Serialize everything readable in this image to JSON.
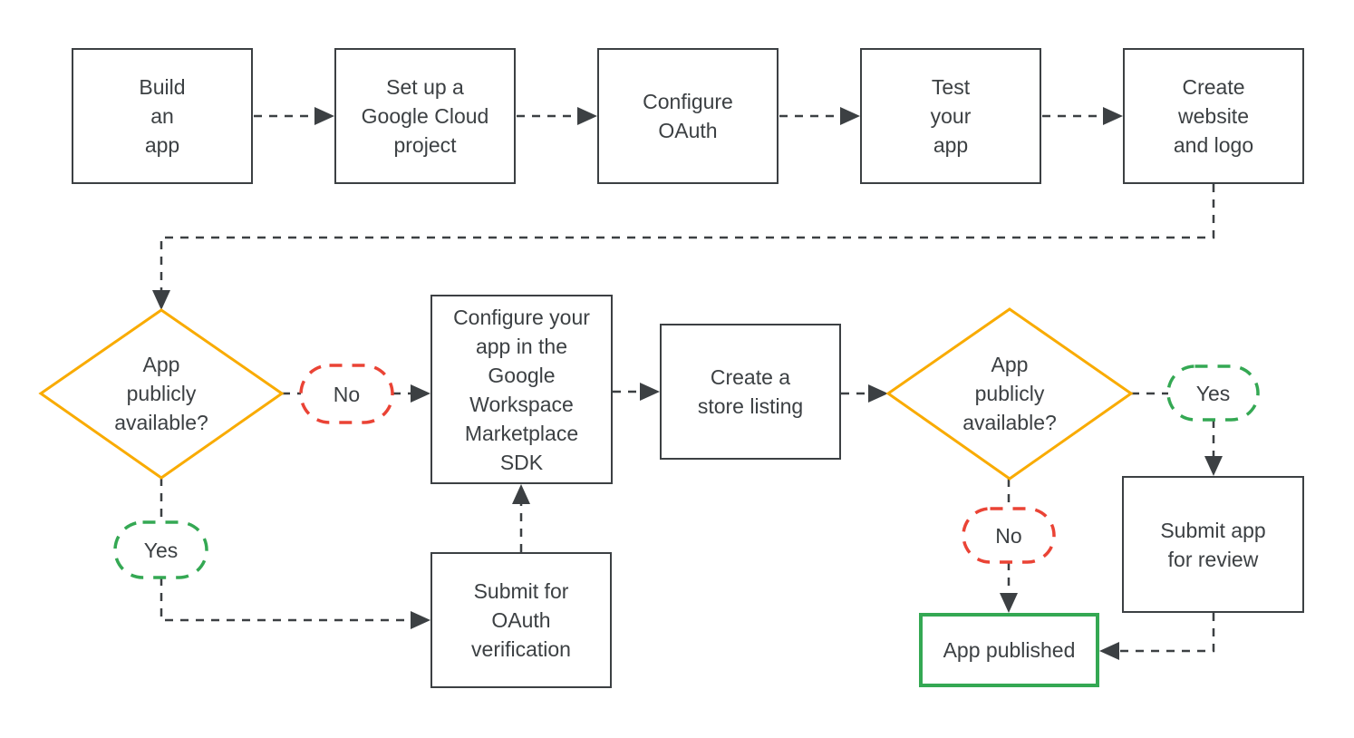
{
  "diagram": {
    "type": "flowchart",
    "topic": "Publish an app to the Google Workspace Marketplace",
    "colors": {
      "outline": "#3c4043",
      "text": "#3c4043",
      "decision_diamond": "#f9ab00",
      "yes_pill": "#34a853",
      "no_pill": "#ea4335",
      "published_box": "#34a853",
      "background": "#ffffff"
    },
    "nodes": {
      "build_app": {
        "label": "Build\nan\napp"
      },
      "cloud_project": {
        "label": "Set up a\nGoogle Cloud\nproject"
      },
      "configure_oauth": {
        "label": "Configure\nOAuth"
      },
      "test_app": {
        "label": "Test\nyour\napp"
      },
      "website_logo": {
        "label": "Create\nwebsite\nand logo"
      },
      "decision_public_1": {
        "label": "App\npublicly\navailable?"
      },
      "configure_sdk": {
        "label": "Configure your\napp in the\nGoogle\nWorkspace\nMarketplace\nSDK"
      },
      "store_listing": {
        "label": "Create a\nstore listing"
      },
      "decision_public_2": {
        "label": "App\npublicly\navailable?"
      },
      "oauth_verification": {
        "label": "Submit for\nOAuth\nverification"
      },
      "submit_review": {
        "label": "Submit app\nfor review"
      },
      "app_published": {
        "label": "App published"
      }
    },
    "edge_labels": {
      "decision1_no": "No",
      "decision1_yes": "Yes",
      "decision2_yes": "Yes",
      "decision2_no": "No"
    }
  }
}
